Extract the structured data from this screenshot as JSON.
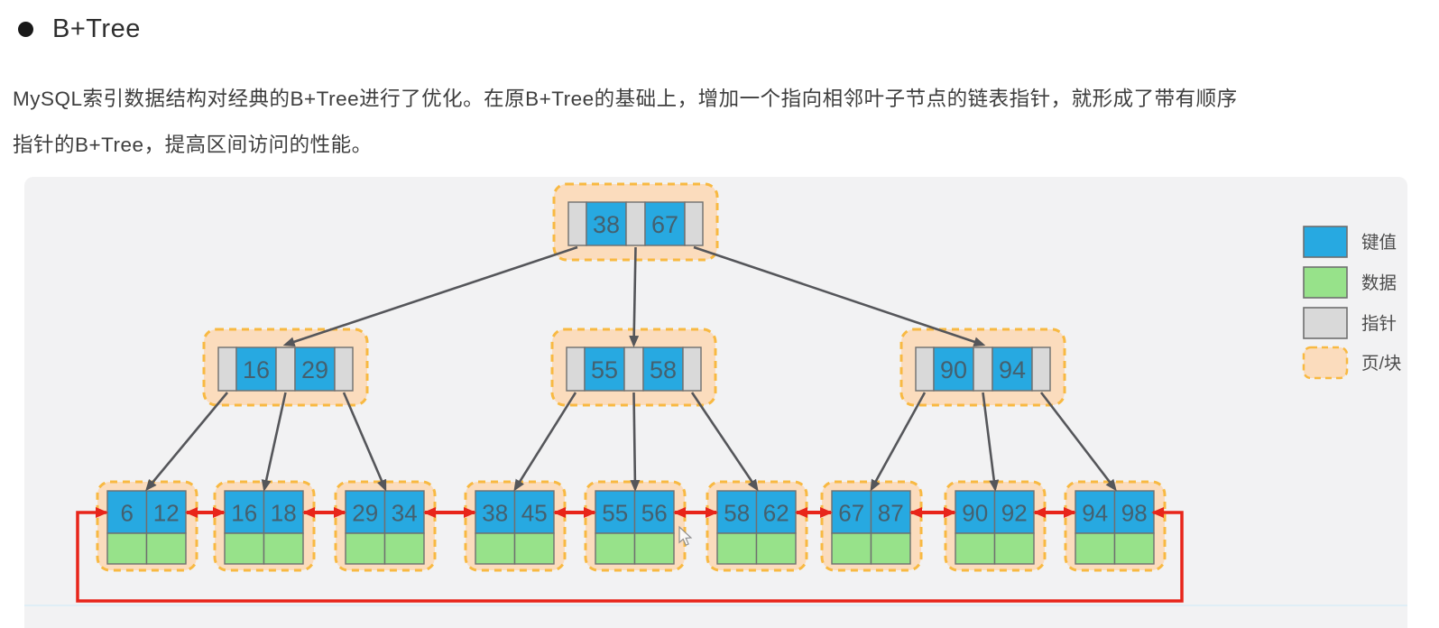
{
  "header": {
    "bullet": "●",
    "title": "B+Tree",
    "paragraph_line1": "MySQL索引数据结构对经典的B+Tree进行了优化。在原B+Tree的基础上，增加一个指向相邻叶子节点的链表指针，就形成了带有顺序",
    "paragraph_line2": "指针的B+Tree，提高区间访问的性能。"
  },
  "diagram": {
    "root": {
      "keys": [
        "38",
        "67"
      ]
    },
    "internals": [
      {
        "keys": [
          "16",
          "29"
        ]
      },
      {
        "keys": [
          "55",
          "58"
        ]
      },
      {
        "keys": [
          "90",
          "94"
        ]
      }
    ],
    "leaves": [
      {
        "keys": [
          "6",
          "12"
        ]
      },
      {
        "keys": [
          "16",
          "18"
        ]
      },
      {
        "keys": [
          "29",
          "34"
        ]
      },
      {
        "keys": [
          "38",
          "45"
        ]
      },
      {
        "keys": [
          "55",
          "56"
        ]
      },
      {
        "keys": [
          "58",
          "62"
        ]
      },
      {
        "keys": [
          "67",
          "87"
        ]
      },
      {
        "keys": [
          "90",
          "92"
        ]
      },
      {
        "keys": [
          "94",
          "98"
        ]
      }
    ],
    "legend": [
      {
        "label": "键值",
        "type": "key"
      },
      {
        "label": "数据",
        "type": "data"
      },
      {
        "label": "指针",
        "type": "pointer"
      },
      {
        "label": "页/块",
        "type": "page"
      }
    ],
    "colors": {
      "key_fill": "#27a9e1",
      "data_fill": "#97e28a",
      "pointer_fill": "#d9d9d9",
      "page_fill": "#fbdcbd",
      "page_border": "#f8b942",
      "cell_border": "#6f6f6f",
      "key_text": "#44606f",
      "tree_arrow": "#55565a",
      "link_arrow": "#e8251a",
      "legend_text": "#4c4c4c"
    }
  }
}
